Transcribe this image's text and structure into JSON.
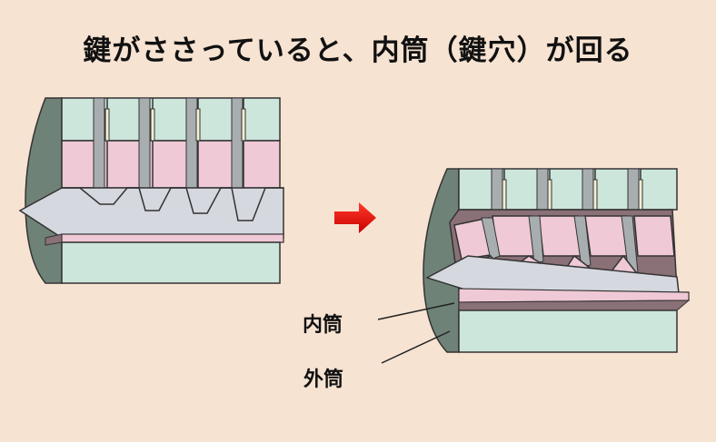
{
  "title": "鍵がささっていると、内筒（鍵穴）が回る",
  "labels": {
    "inner_cylinder": "内筒",
    "outer_cylinder": "外筒"
  },
  "colors": {
    "background": "#f7e3d2",
    "driver_pin": "#cde6dc",
    "key_pin": "#efc9d6",
    "housing": "#6f8277",
    "key": "#d6d8df",
    "arrow": "#e60000"
  }
}
